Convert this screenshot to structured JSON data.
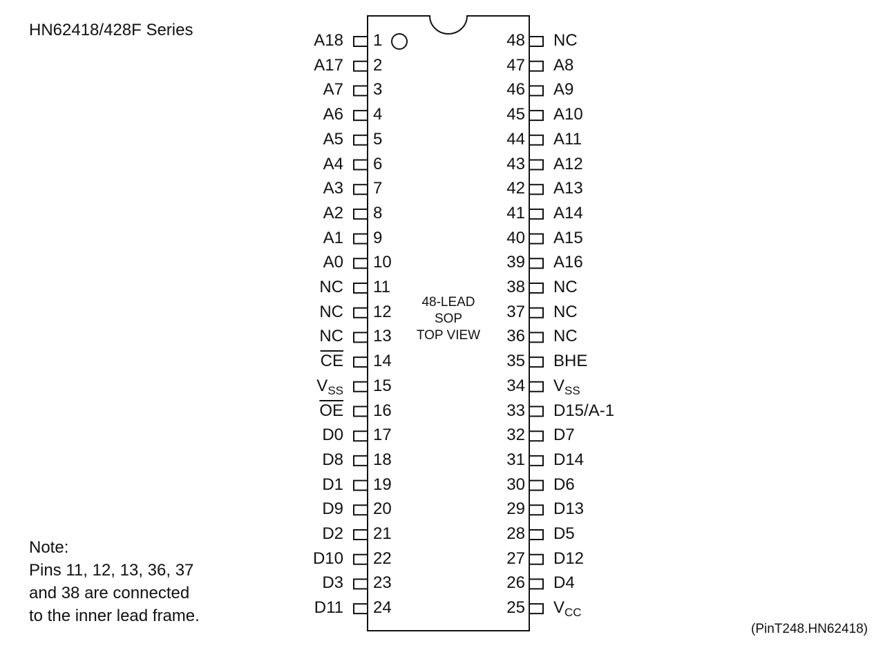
{
  "header": {
    "title": "HN62418/428F Series"
  },
  "package": {
    "lines": [
      "48-LEAD",
      "SOP",
      "TOP VIEW"
    ]
  },
  "note": {
    "lines": [
      "Note:",
      "Pins 11, 12, 13, 36, 37",
      "and  38 are connected",
      "to the inner lead frame."
    ]
  },
  "figure_id": "(PinT248.HN62418)",
  "pins_left": [
    {
      "num": "1",
      "name": "A18"
    },
    {
      "num": "2",
      "name": "A17"
    },
    {
      "num": "3",
      "name": "A7"
    },
    {
      "num": "4",
      "name": "A6"
    },
    {
      "num": "5",
      "name": "A5"
    },
    {
      "num": "6",
      "name": "A4"
    },
    {
      "num": "7",
      "name": "A3"
    },
    {
      "num": "8",
      "name": "A2"
    },
    {
      "num": "9",
      "name": "A1"
    },
    {
      "num": "10",
      "name": "A0"
    },
    {
      "num": "11",
      "name": "NC"
    },
    {
      "num": "12",
      "name": "NC"
    },
    {
      "num": "13",
      "name": "NC"
    },
    {
      "num": "14",
      "name": "CE",
      "overline": true
    },
    {
      "num": "15",
      "name": "V",
      "sub": "SS"
    },
    {
      "num": "16",
      "name": "OE",
      "overline": true
    },
    {
      "num": "17",
      "name": "D0"
    },
    {
      "num": "18",
      "name": "D8"
    },
    {
      "num": "19",
      "name": "D1"
    },
    {
      "num": "20",
      "name": "D9"
    },
    {
      "num": "21",
      "name": "D2"
    },
    {
      "num": "22",
      "name": "D10"
    },
    {
      "num": "23",
      "name": "D3"
    },
    {
      "num": "24",
      "name": "D11"
    }
  ],
  "pins_right": [
    {
      "num": "48",
      "name": "NC"
    },
    {
      "num": "47",
      "name": "A8"
    },
    {
      "num": "46",
      "name": "A9"
    },
    {
      "num": "45",
      "name": "A10"
    },
    {
      "num": "44",
      "name": "A11"
    },
    {
      "num": "43",
      "name": "A12"
    },
    {
      "num": "42",
      "name": "A13"
    },
    {
      "num": "41",
      "name": "A14"
    },
    {
      "num": "40",
      "name": "A15"
    },
    {
      "num": "39",
      "name": "A16"
    },
    {
      "num": "38",
      "name": "NC"
    },
    {
      "num": "37",
      "name": "NC"
    },
    {
      "num": "36",
      "name": "NC"
    },
    {
      "num": "35",
      "name": "BHE"
    },
    {
      "num": "34",
      "name": "V",
      "sub": "SS"
    },
    {
      "num": "33",
      "name": "D15/A-1"
    },
    {
      "num": "32",
      "name": "D7"
    },
    {
      "num": "31",
      "name": "D14"
    },
    {
      "num": "30",
      "name": "D6"
    },
    {
      "num": "29",
      "name": "D13"
    },
    {
      "num": "28",
      "name": "D5"
    },
    {
      "num": "27",
      "name": "D12"
    },
    {
      "num": "26",
      "name": "D4"
    },
    {
      "num": "25",
      "name": "V",
      "sub": "CC"
    }
  ]
}
